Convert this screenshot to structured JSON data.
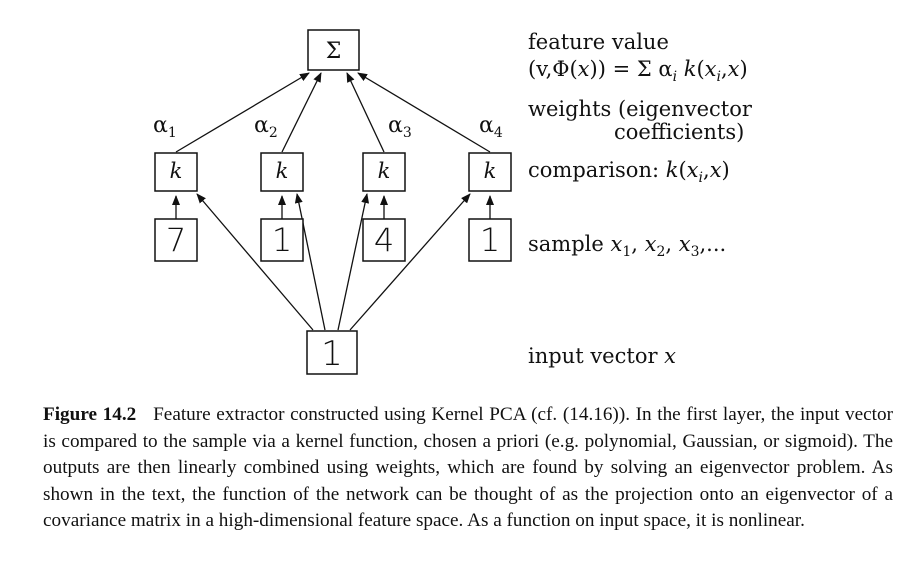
{
  "diagram": {
    "sum_symbol": "Σ",
    "kernel_symbol": "k",
    "sample_digits": [
      "7",
      "1",
      "4",
      "1"
    ],
    "input_digit": "1",
    "weights": [
      {
        "sym": "α",
        "idx": "1"
      },
      {
        "sym": "α",
        "idx": "2"
      },
      {
        "sym": "α",
        "idx": "3"
      },
      {
        "sym": "α",
        "idx": "4"
      }
    ]
  },
  "labels": {
    "feature_value": "feature value",
    "feature_formula_a": "(v,",
    "feature_formula_phi": "Φ",
    "feature_formula_b": "(",
    "feature_formula_x": "x",
    "feature_formula_c": ")) = Σ ",
    "feature_formula_alpha": "α",
    "feature_formula_i": "i",
    "feature_formula_k": " k",
    "feature_formula_d": "(",
    "feature_formula_xi": "x",
    "feature_formula_xi_sub": "i",
    "feature_formula_e": ",",
    "feature_formula_x2": "x",
    "feature_formula_f": ")",
    "weights_line1": "weights (eigenvector",
    "weights_line2": "coefficients)",
    "comparison_prefix": "comparison: ",
    "comparison_k": "k",
    "comparison_open": "(",
    "comparison_x": "x",
    "comparison_sub": "i",
    "comparison_comma": ",",
    "comparison_x2": "x",
    "comparison_close": ")",
    "sample_prefix": "sample ",
    "sample_x1": "x",
    "sample_s1": "1",
    "sample_sep1": ", ",
    "sample_x2": "x",
    "sample_s2": "2",
    "sample_sep2": ", ",
    "sample_x3": "x",
    "sample_s3": "3",
    "sample_tail": ",...",
    "input_prefix": "input vector ",
    "input_x": "x"
  },
  "caption": {
    "label": "Figure 14.2",
    "text": "Feature extractor constructed using Kernel PCA (cf. (14.16)). In the first layer, the input vector is compared to the sample via a kernel function, chosen a priori (e.g. polynomial, Gaussian, or sigmoid). The outputs are then linearly combined using weights, which are found by solving an eigenvector problem. As shown in the text, the function of the network can be thought of as the projection onto an eigenvector of a covariance matrix in a high-dimensional feature space. As a function on input space, it is nonlinear."
  }
}
